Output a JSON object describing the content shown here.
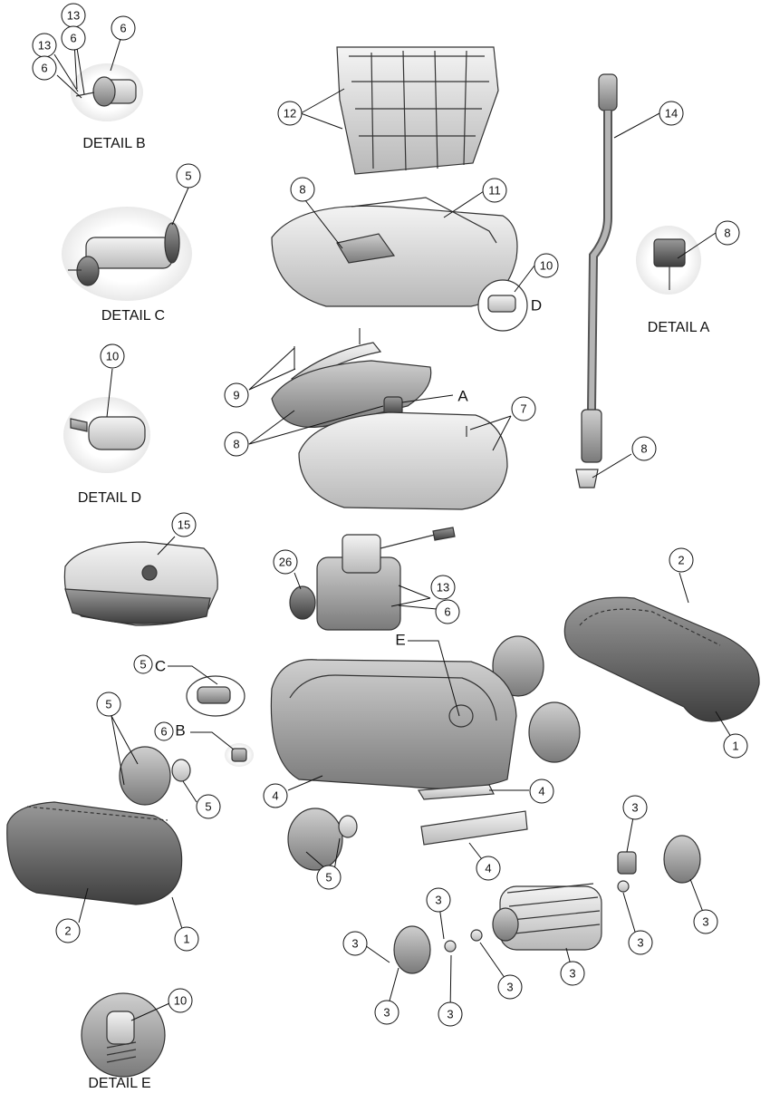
{
  "detail_titles": {
    "b": "DETAIL B",
    "c": "DETAIL C",
    "d": "DETAIL D",
    "a": "DETAIL A",
    "e": "DETAIL E"
  },
  "letters": {
    "a": "A",
    "b": "B",
    "c": "C",
    "d": "D",
    "e": "E"
  },
  "callouts": {
    "c13_top": "13",
    "c6_top": "6",
    "c13_left": "13",
    "c6_left": "6",
    "c6_right": "6",
    "c12": "12",
    "c14": "14",
    "c5_detail_c": "5",
    "c8_cover": "8",
    "c11": "11",
    "c8_detail_a": "8",
    "c10_detail_d_letter": "10",
    "c10_detail_d": "10",
    "c9": "9",
    "c8_shell": "8",
    "c7": "7",
    "c8_hose": "8",
    "c15": "15",
    "c26": "26",
    "c13_motor": "13",
    "c6_motor": "6",
    "c2_right": "2",
    "c5_c": "5",
    "c6_b": "6",
    "c5_wheel_top": "5",
    "c5_wheel_right": "5",
    "c1_right": "1",
    "c4_left": "4",
    "c4_right": "4",
    "c4_bottom": "4",
    "c5_bottom": "5",
    "c2_left": "2",
    "c1_left": "1",
    "c3_a": "3",
    "c3_b": "3",
    "c3_c": "3",
    "c3_d": "3",
    "c3_e": "3",
    "c3_f": "3",
    "c3_g": "3",
    "c3_h": "3",
    "c3_i": "3",
    "c10_detail_e": "10"
  }
}
